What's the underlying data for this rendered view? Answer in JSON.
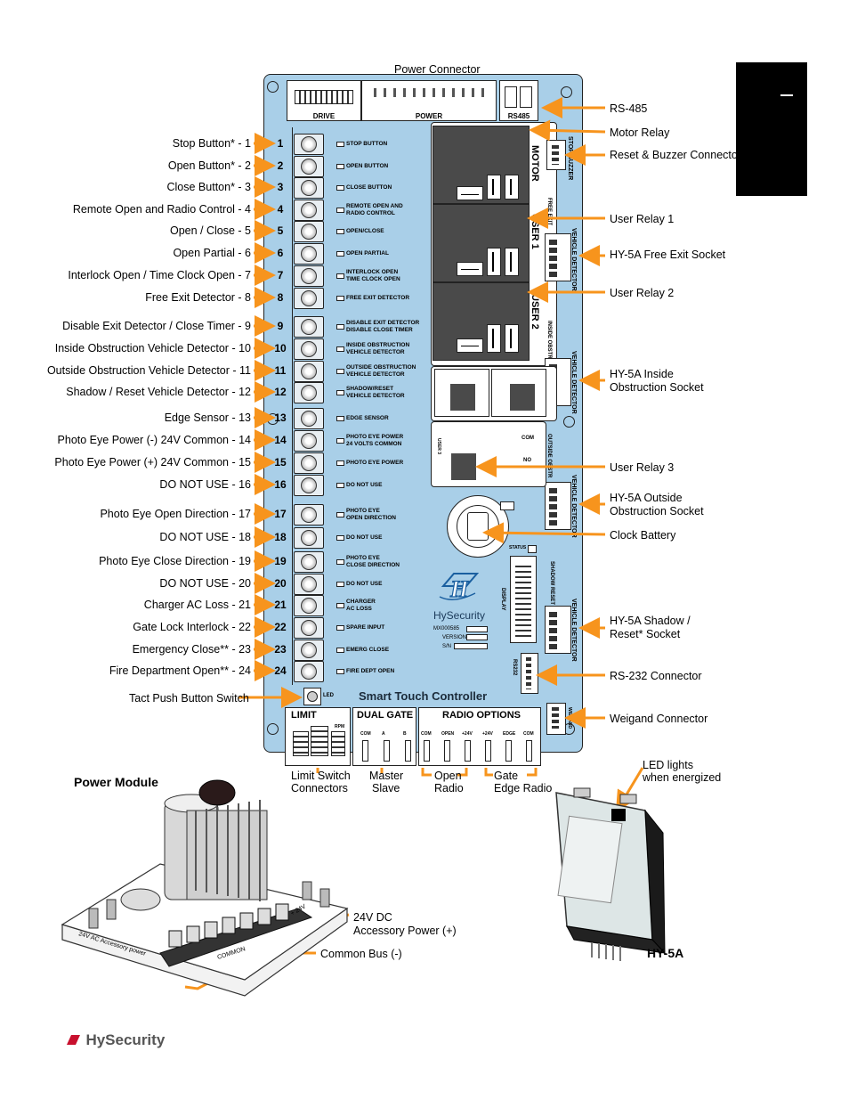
{
  "top": {
    "power_connector": "Power Connector"
  },
  "board": {
    "drive_label": "DRIVE",
    "power_label": "POWER",
    "rs485_label": "RS485",
    "relay_motor": "MOTOR",
    "relay_user1": "USER 1",
    "relay_user2": "USER 2",
    "user3": "USER 3",
    "com": "COM",
    "no": "NO",
    "stop_buzzer": "STOP/BUZZER",
    "free_exit": "FREE EXIT",
    "inside_obstr": "INSIDE OBSTR",
    "outside_obstr": "OUTSIDE OBSTR",
    "shadow_reset": "SHADOW RESET",
    "vehicle_detector": "VEHICLE DETECTOR",
    "status": "STATUS",
    "display": "DISPLAY",
    "rs232": "RS232",
    "wiegand": "WIEGAND",
    "brand": "HySecurity",
    "model": "MX000585",
    "version": "VERSION",
    "sn": "S/N",
    "controller_name": "Smart Touch Controller",
    "led": "LED",
    "limit": "LIMIT",
    "rpm": "RPM",
    "dual_gate": "DUAL GATE",
    "radio_options": "RADIO OPTIONS",
    "dual_pins": [
      "COM",
      "A",
      "B"
    ],
    "radio_pins": [
      "COM",
      "OPEN",
      "+24V",
      "+24V",
      "EDGE",
      "COM"
    ]
  },
  "terminals": [
    {
      "num": "1",
      "label": "Stop Button* - 1",
      "desc": [
        "STOP BUTTON"
      ]
    },
    {
      "num": "2",
      "label": "Open Button* - 2",
      "desc": [
        "OPEN BUTTON"
      ]
    },
    {
      "num": "3",
      "label": "Close Button* - 3",
      "desc": [
        "CLOSE BUTTON"
      ]
    },
    {
      "num": "4",
      "label": "Remote Open and Radio Control - 4",
      "desc": [
        "REMOTE OPEN AND",
        "RADIO CONTROL"
      ]
    },
    {
      "num": "5",
      "label": "Open / Close - 5",
      "desc": [
        "OPEN/CLOSE"
      ]
    },
    {
      "num": "6",
      "label": "Open Partial - 6",
      "desc": [
        "OPEN PARTIAL"
      ]
    },
    {
      "num": "7",
      "label": "Interlock Open / Time Clock Open - 7",
      "desc": [
        "INTERLOCK OPEN",
        "TIME CLOCK OPEN"
      ]
    },
    {
      "num": "8",
      "label": "Free Exit Detector - 8",
      "desc": [
        "FREE EXIT DETECTOR"
      ]
    },
    {
      "num": "9",
      "label": "Disable Exit Detector / Close Timer - 9",
      "desc": [
        "DISABLE EXIT DETECTOR",
        "DISABLE CLOSE TIMER"
      ]
    },
    {
      "num": "10",
      "label": "Inside Obstruction Vehicle Detector - 10",
      "desc": [
        "INSIDE OBSTRUCTION",
        "VEHICLE DETECTOR"
      ]
    },
    {
      "num": "11",
      "label": "Outside Obstruction Vehicle Detector - 11",
      "desc": [
        "OUTSIDE OBSTRUCTION",
        "VEHICLE DETECTOR"
      ]
    },
    {
      "num": "12",
      "label": "Shadow / Reset Vehicle Detector - 12",
      "desc": [
        "SHADOW/RESET",
        "VEHICLE DETECTOR"
      ]
    },
    {
      "num": "13",
      "label": "Edge Sensor - 13",
      "desc": [
        "EDGE SENSOR"
      ]
    },
    {
      "num": "14",
      "label": "Photo Eye Power (-) 24V Common - 14",
      "desc": [
        "PHOTO EYE POWER",
        "24 VOLTS COMMON"
      ]
    },
    {
      "num": "15",
      "label": "Photo Eye Power (+) 24V Common - 15",
      "desc": [
        "PHOTO EYE POWER"
      ]
    },
    {
      "num": "16",
      "label": "DO NOT USE - 16",
      "desc": [
        "DO NOT USE"
      ]
    },
    {
      "num": "17",
      "label": "Photo Eye Open Direction - 17",
      "desc": [
        "PHOTO EYE",
        "OPEN DIRECTION"
      ]
    },
    {
      "num": "18",
      "label": "DO NOT USE - 18",
      "desc": [
        "DO NOT USE"
      ]
    },
    {
      "num": "19",
      "label": "Photo Eye Close Direction - 19",
      "desc": [
        "PHOTO EYE",
        "CLOSE DIRECTION"
      ]
    },
    {
      "num": "20",
      "label": "DO NOT USE - 20",
      "desc": [
        "DO NOT USE"
      ]
    },
    {
      "num": "21",
      "label": "Charger AC Loss - 21",
      "desc": [
        "CHARGER",
        "AC LOSS"
      ]
    },
    {
      "num": "22",
      "label": "Gate Lock Interlock - 22",
      "desc": [
        "SPARE INPUT"
      ]
    },
    {
      "num": "23",
      "label": "Emergency Close** - 23",
      "desc": [
        "EMERG CLOSE"
      ]
    },
    {
      "num": "24",
      "label": "Fire Department Open** - 24",
      "desc": [
        "FIRE DEPT OPEN"
      ]
    }
  ],
  "tact_label": "Tact Push Button Switch",
  "right_callouts": {
    "rs485": "RS-485",
    "motor_relay": "Motor Relay",
    "reset_buzzer": "Reset & Buzzer Connector",
    "user_relay1": "User Relay 1",
    "free_exit": "HY-5A Free Exit Socket",
    "user_relay2": "User Relay 2",
    "inside_obstr_1": "HY-5A Inside",
    "inside_obstr_2": "Obstruction Socket",
    "user_relay3": "User Relay 3",
    "outside_obstr_1": "HY-5A Outside",
    "outside_obstr_2": "Obstruction Socket",
    "clock_battery": "Clock Battery",
    "shadow_1": "HY-5A Shadow /",
    "shadow_2": "Reset* Socket",
    "rs232": "RS-232 Connector",
    "wiegand": "Weigand Connector"
  },
  "bottom_labels": {
    "limit_1": "Limit Switch",
    "limit_2": "Connectors",
    "master": "Master",
    "slave": "Slave",
    "open": "Open",
    "radio_a": "Radio",
    "gate": "Gate",
    "edge_radio": "Edge Radio"
  },
  "power_module": {
    "title": "Power Module",
    "accessory_1": "24V DC",
    "accessory_2": "Accessory Power (+)",
    "common_bus": "Common Bus (-)",
    "board_text_common": "COMMON",
    "board_text_24v": "+ 24V",
    "board_text_acc": "24V AC Accessory power"
  },
  "hy5a": {
    "led_1": "LED lights",
    "led_2": "when energized",
    "name": "HY-5A"
  },
  "footer": {
    "logo": "HySecurity"
  },
  "colors": {
    "board": "#a9cfe8",
    "arrow": "#f7941d",
    "tab": "#000000"
  }
}
